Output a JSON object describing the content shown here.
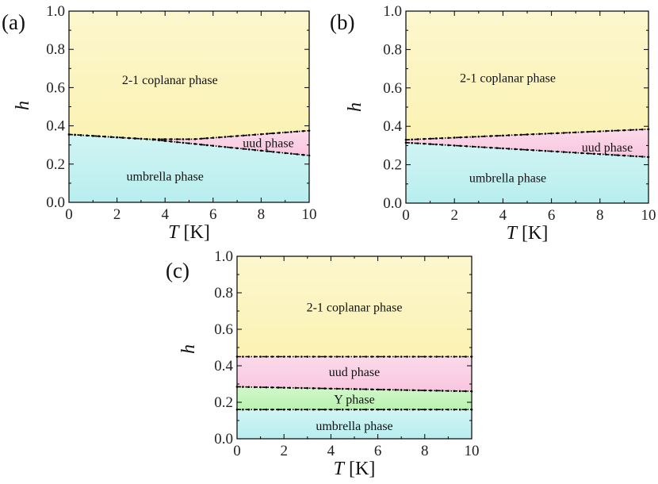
{
  "chart_data": [
    {
      "type": "area",
      "panel_label": "(a)",
      "xlabel": "T",
      "xunit": "[K]",
      "ylabel": "h",
      "xlim": [
        0,
        10
      ],
      "ylim": [
        0,
        1.0
      ],
      "xticks": [
        "0",
        "2",
        "4",
        "6",
        "8",
        "10"
      ],
      "yticks": [
        "0.0",
        "0.2",
        "0.4",
        "0.6",
        "0.8",
        "1.0"
      ],
      "boundaries": [
        {
          "name": "upper",
          "x": [
            0,
            3.3,
            5.2,
            10
          ],
          "y": [
            0.355,
            0.33,
            0.33,
            0.375
          ]
        },
        {
          "name": "lower",
          "x": [
            0,
            3.3,
            10
          ],
          "y": [
            0.355,
            0.33,
            0.245
          ]
        }
      ],
      "regions": [
        {
          "label": "2-1 coplanar phase",
          "color": "#fbf2b3",
          "label_at": [
            4.2,
            0.64
          ]
        },
        {
          "label": "uud phase",
          "color": "#f9c6df",
          "label_at": [
            8.3,
            0.31
          ]
        },
        {
          "label": "umbrella phase",
          "color": "#b8eeee",
          "label_at": [
            4.0,
            0.135
          ]
        }
      ]
    },
    {
      "type": "area",
      "panel_label": "(b)",
      "xlabel": "T",
      "xunit": "[K]",
      "ylabel": "h",
      "xlim": [
        0,
        10
      ],
      "ylim": [
        0,
        1.0
      ],
      "xticks": [
        "0",
        "2",
        "4",
        "6",
        "8",
        "10"
      ],
      "yticks": [
        "0.0",
        "0.2",
        "0.4",
        "0.6",
        "0.8",
        "1.0"
      ],
      "boundaries": [
        {
          "name": "upper",
          "x": [
            0,
            10
          ],
          "y": [
            0.33,
            0.385
          ]
        },
        {
          "name": "lower",
          "x": [
            0,
            10
          ],
          "y": [
            0.315,
            0.24
          ]
        }
      ],
      "regions": [
        {
          "label": "2-1 coplanar phase",
          "color": "#fbf2b3",
          "label_at": [
            4.2,
            0.65
          ]
        },
        {
          "label": "uud phase",
          "color": "#f9c6df",
          "label_at": [
            8.3,
            0.29
          ]
        },
        {
          "label": "umbrella phase",
          "color": "#b8eeee",
          "label_at": [
            4.2,
            0.13
          ]
        }
      ]
    },
    {
      "type": "area",
      "panel_label": "(c)",
      "xlabel": "T",
      "xunit": "[K]",
      "ylabel": "h",
      "xlim": [
        0,
        10
      ],
      "ylim": [
        0,
        1.0
      ],
      "xticks": [
        "0",
        "2",
        "4",
        "6",
        "8",
        "10"
      ],
      "yticks": [
        "0.0",
        "0.2",
        "0.4",
        "0.6",
        "0.8",
        "1.0"
      ],
      "boundaries": [
        {
          "name": "coplanar-uud",
          "x": [
            0,
            10
          ],
          "y": [
            0.45,
            0.45
          ]
        },
        {
          "name": "uud-Y",
          "x": [
            0,
            10
          ],
          "y": [
            0.285,
            0.26
          ]
        },
        {
          "name": "Y-umbrella",
          "x": [
            0,
            10
          ],
          "y": [
            0.16,
            0.16
          ]
        }
      ],
      "regions": [
        {
          "label": "2-1 coplanar phase",
          "color": "#fbf2b3",
          "label_at": [
            5,
            0.72
          ]
        },
        {
          "label": "uud phase",
          "color": "#f9c6df",
          "label_at": [
            5,
            0.365
          ]
        },
        {
          "label": "Y phase",
          "color": "#b9f2b0",
          "label_at": [
            5,
            0.215
          ]
        },
        {
          "label": "umbrella phase",
          "color": "#b8eeee",
          "label_at": [
            5,
            0.07
          ]
        }
      ]
    }
  ]
}
